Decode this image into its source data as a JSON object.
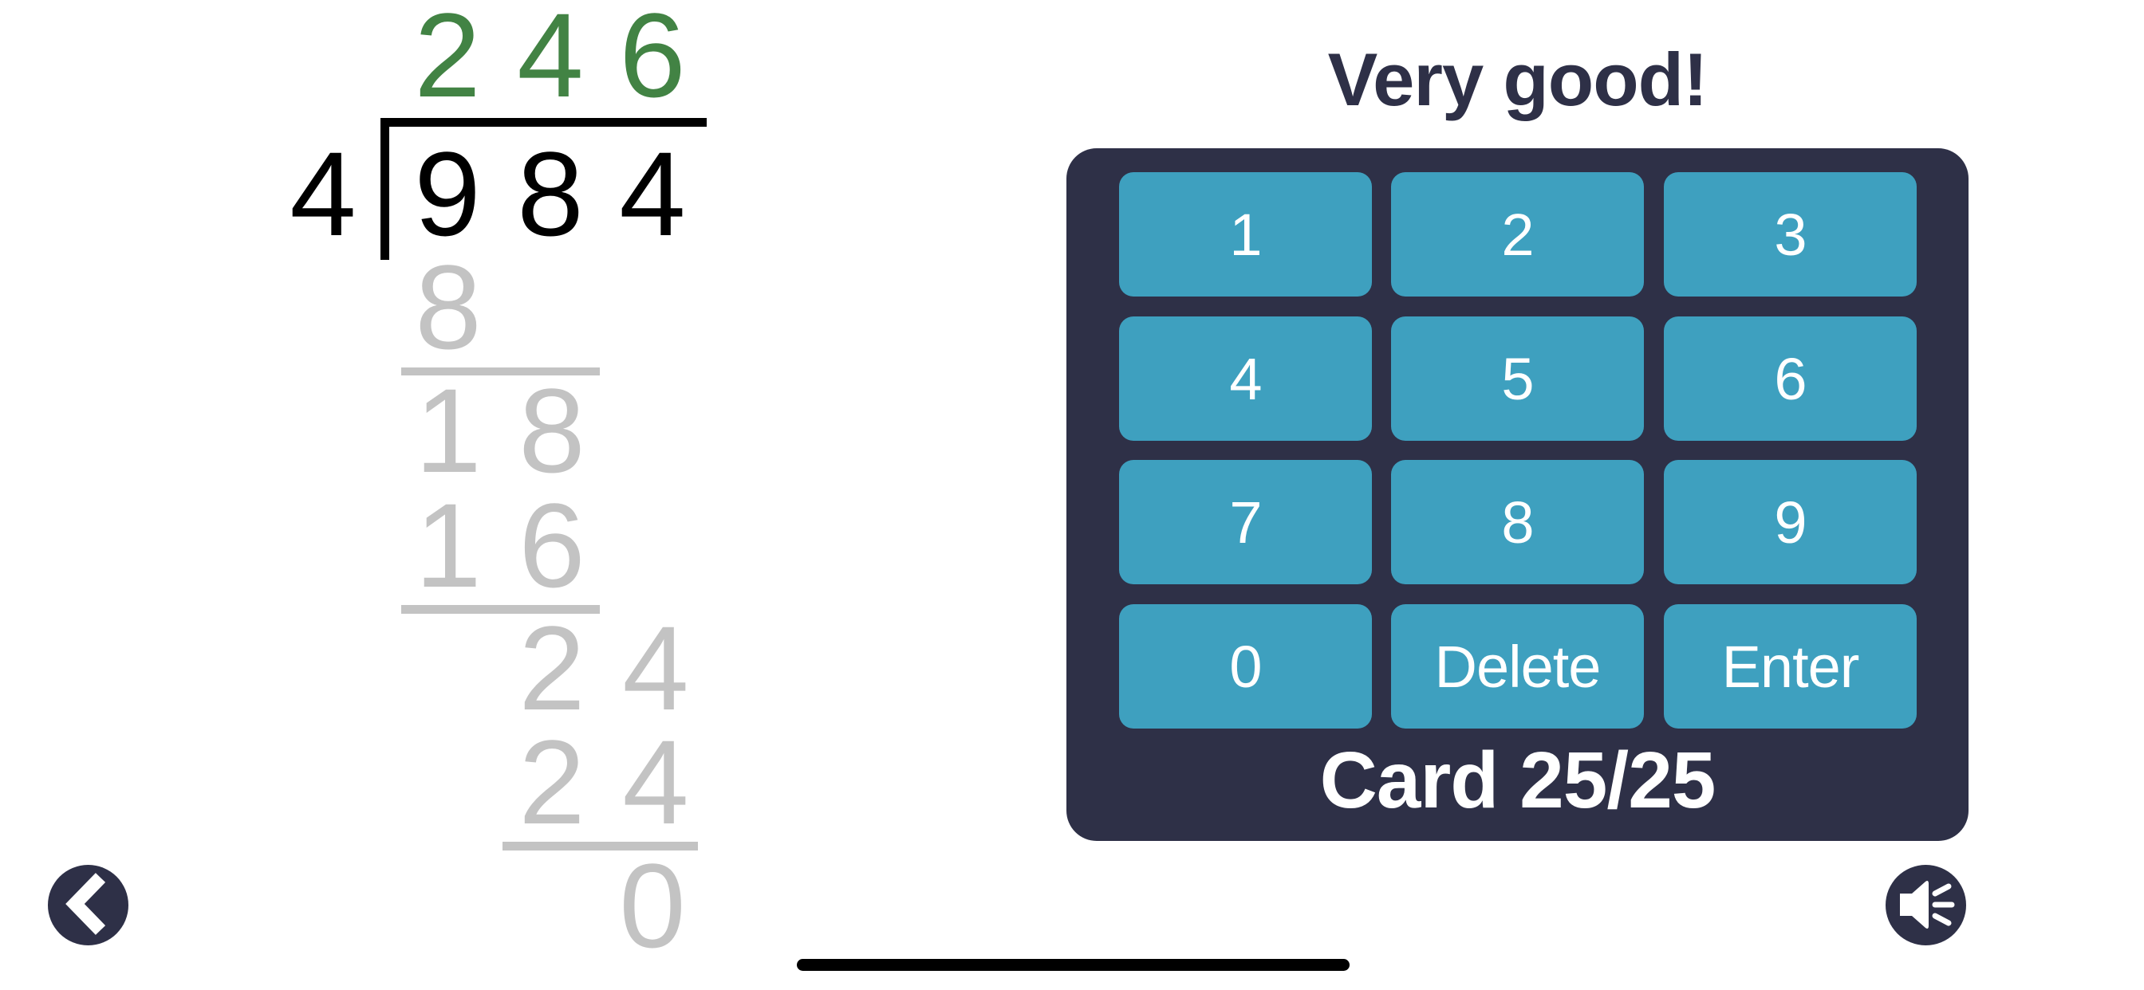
{
  "division": {
    "quotient": [
      "2",
      "4",
      "6"
    ],
    "divisor": "4",
    "dividend": [
      "9",
      "8",
      "4"
    ],
    "steps": [
      {
        "row": [
          "8"
        ],
        "label": "subtract-1"
      },
      {
        "row": [
          "1",
          "8"
        ],
        "label": "bring-down-1"
      },
      {
        "row": [
          "1",
          "6"
        ],
        "label": "subtract-2"
      },
      {
        "row": [
          "2",
          "4"
        ],
        "label": "bring-down-2"
      },
      {
        "row": [
          "2",
          "4"
        ],
        "label": "subtract-3"
      },
      {
        "row": [
          "0"
        ],
        "label": "remainder"
      }
    ]
  },
  "feedback": {
    "title": "Very good!"
  },
  "keypad": {
    "keys": [
      "1",
      "2",
      "3",
      "4",
      "5",
      "6",
      "7",
      "8",
      "9",
      "0",
      "Delete",
      "Enter"
    ],
    "card_label": "Card 25/25"
  },
  "controls": {
    "back_icon": "chevron-left-icon",
    "sound_icon": "speaker-icon"
  },
  "colors": {
    "quotient": "#428344",
    "work": "#c3c3c3",
    "panel": "#2e3047",
    "key": "#3ea0bf"
  }
}
